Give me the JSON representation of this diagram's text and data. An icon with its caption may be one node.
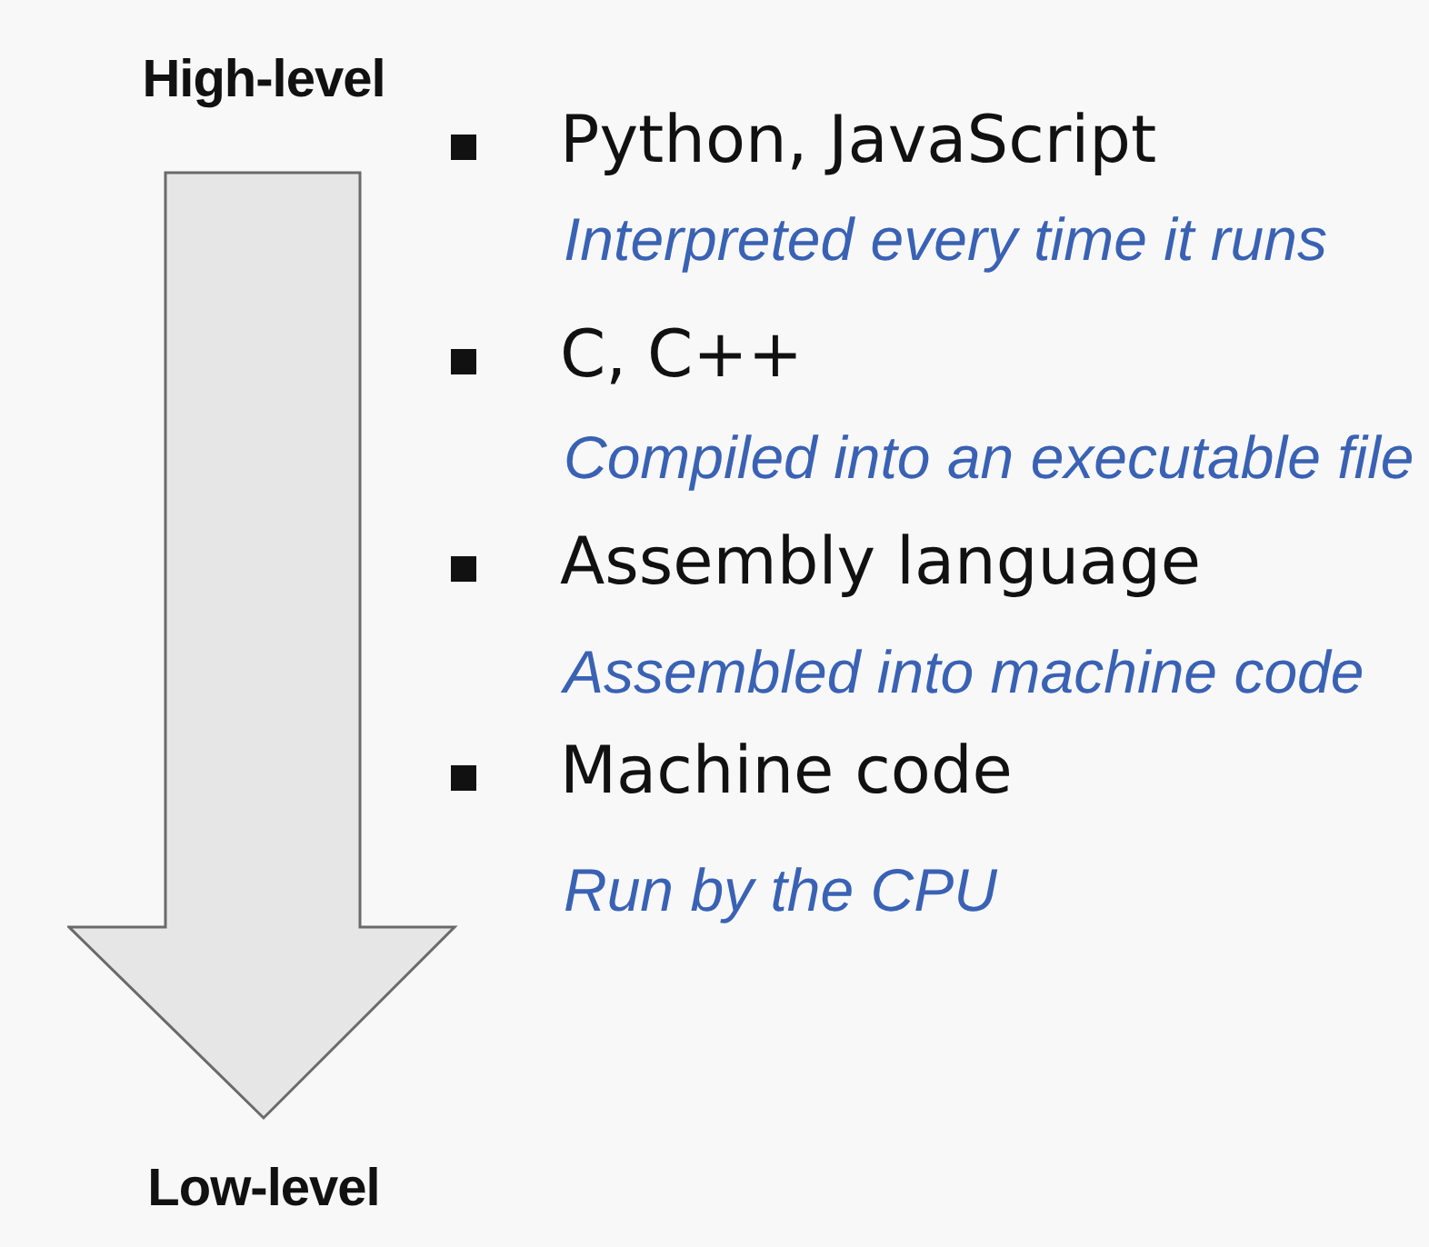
{
  "diagram": {
    "labels": [
      "High-level",
      "Python, JavaScript",
      "Interpreted every time it runs",
      "C, C++",
      "Compiled into an executable file",
      "Assembly language",
      "Assembled into machine code",
      "Machine code",
      "Run by the CPU",
      "Low-level"
    ]
  }
}
